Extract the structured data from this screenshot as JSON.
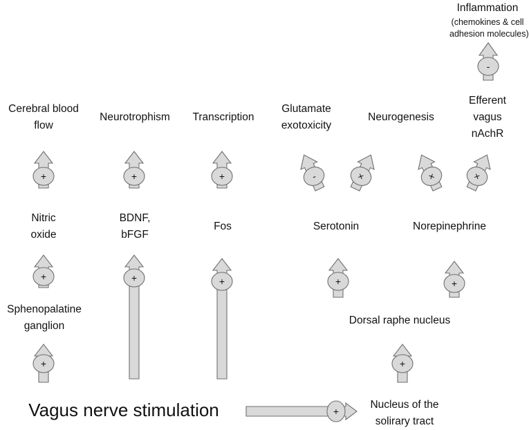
{
  "labels": {
    "inflammation_title": "Inflammation",
    "inflammation_sub1": "(chemokines & cell",
    "inflammation_sub2": "adhesion molecules)",
    "cerebral_1": "Cerebral blood",
    "cerebral_2": "flow",
    "neurotrophism": "Neurotrophism",
    "transcription": "Transcription",
    "glutamate_1": "Glutamate",
    "glutamate_2": "exotoxicity",
    "neurogenesis": "Neurogenesis",
    "efferent_1": "Efferent",
    "efferent_2": "vagus",
    "efferent_3": "nAchR",
    "nitric_1": "Nitric",
    "nitric_2": "oxide",
    "bdnf_1": "BDNF,",
    "bdnf_2": "bFGF",
    "fos": "Fos",
    "serotonin": "Serotonin",
    "norepinephrine": "Norepinephrine",
    "spheno_1": "Sphenopalatine",
    "spheno_2": "ganglion",
    "dorsal_raphe": "Dorsal raphe nucleus",
    "vns": "Vagus nerve stimulation",
    "nts_1": "Nucleus of the",
    "nts_2": "solirary tract"
  },
  "signs": {
    "plus": "+",
    "minus": "-",
    "cross": "×"
  },
  "colors": {
    "arrow_fill": "#d9d9d9",
    "arrow_stroke": "#6f6f6f",
    "text": "#111111"
  }
}
